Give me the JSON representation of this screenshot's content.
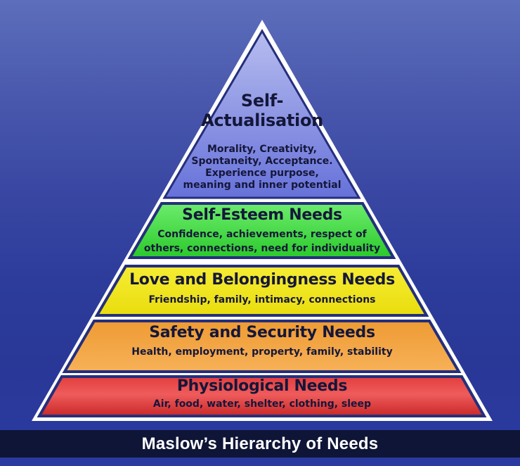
{
  "diagram": {
    "background_top_color": "#5d6ebc",
    "background_bottom_color": "#2b3aa1",
    "text_color": "#15173a"
  },
  "pyramid": {
    "outline_color": "#ffffff",
    "border_color": "#242f7c",
    "levels": [
      {
        "id": "self-actualisation",
        "title": "Self-\nActualisation",
        "description": "Morality, Creativity,\nSpontaneity, Acceptance.\nExperience purpose,\nmeaning and inner potential",
        "color_top": "#b7bdef",
        "color_bottom": "#6671d9"
      },
      {
        "id": "self-esteem",
        "title": "Self-Esteem Needs",
        "description": "Confidence, achievements, respect of\nothers, connections, need for individuality",
        "color_top": "#6cec6c",
        "color_bottom": "#2bc92b"
      },
      {
        "id": "love-belongingness",
        "title": "Love and Belongingness Needs",
        "description": "Friendship, family, intimacy, connections",
        "color_top": "#f6ed33",
        "color_bottom": "#e9dd0e"
      },
      {
        "id": "safety-security",
        "title": "Safety and Security Needs",
        "description": "Health, employment, property, family, stability",
        "color_top": "#ee9b33",
        "color_bottom": "#f7b158"
      },
      {
        "id": "physiological",
        "title": "Physiological Needs",
        "description": "Air, food, water, shelter, clothing, sleep",
        "color_top": "#e23e3e",
        "color_mid": "#ef5b5b",
        "color_bottom": "#c92828"
      }
    ]
  },
  "footer": {
    "title": "Maslow’s Hierarchy of Needs",
    "bar_color": "#0e1536"
  }
}
